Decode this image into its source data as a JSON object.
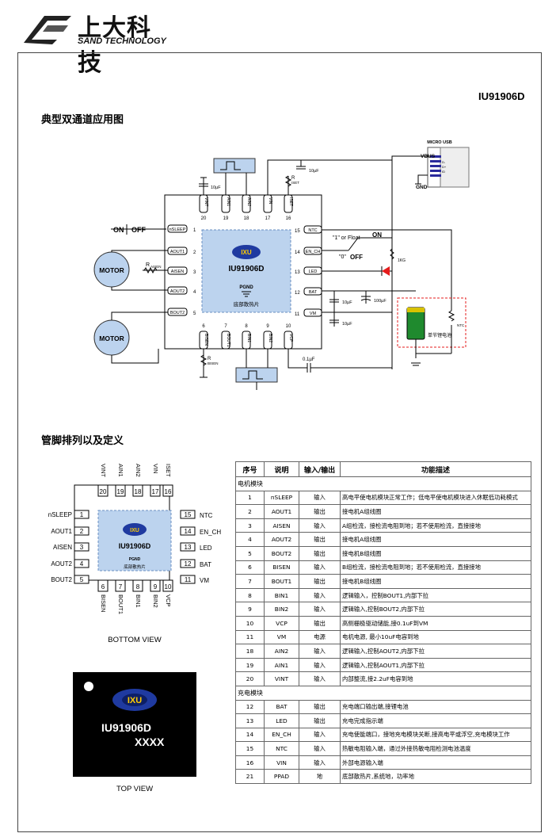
{
  "header": {
    "logo_cn": "上大科技",
    "logo_en": "SAND TECHNOLOGY",
    "part_number": "IU91906D"
  },
  "section1": {
    "title": "典型双通道应用图"
  },
  "circuit": {
    "chip_name": "IU91906D",
    "chip_logo": "IXU",
    "pgnd": "PGND",
    "pad_label": "底部散热片",
    "left_pins": [
      {
        "num": "1",
        "name": "nSLEEP"
      },
      {
        "num": "2",
        "name": "AOUT1"
      },
      {
        "num": "3",
        "name": "AISEN"
      },
      {
        "num": "4",
        "name": "AOUT2"
      },
      {
        "num": "5",
        "name": "BOUT2"
      }
    ],
    "right_pins": [
      {
        "num": "15",
        "name": "NTC"
      },
      {
        "num": "14",
        "name": "EN_CH"
      },
      {
        "num": "13",
        "name": "LED"
      },
      {
        "num": "12",
        "name": "BAT"
      },
      {
        "num": "11",
        "name": "VM"
      }
    ],
    "top_pins": [
      {
        "num": "20",
        "name": "VINT"
      },
      {
        "num": "19",
        "name": "AIN1"
      },
      {
        "num": "18",
        "name": "AIN2"
      },
      {
        "num": "17",
        "name": "VIN"
      },
      {
        "num": "16",
        "name": "ISET"
      }
    ],
    "bottom_pins": [
      {
        "num": "6",
        "name": "BISEN"
      },
      {
        "num": "7",
        "name": "BOUT1"
      },
      {
        "num": "8",
        "name": "BIN1"
      },
      {
        "num": "9",
        "name": "BIN2"
      },
      {
        "num": "10",
        "name": "VCP"
      }
    ],
    "motor": "MOTOR",
    "on_label": "ON",
    "off_label": "OFF",
    "float_label": "\"1\" or Float",
    "on2_label": "ON",
    "zero_label": "\"0\"",
    "off2_label": "OFF",
    "risen_label": "R",
    "risen_sub": "AISEN",
    "bisen_label": "R",
    "bisen_sub": "BISEN",
    "iset_label": "R",
    "iset_sub": "ISET",
    "cap_10uf": "10µF",
    "cap_100uf": "100µF",
    "cap_01uf": "0.1µF",
    "cap_10uf_small": "10µF",
    "res_1kg": "1KG",
    "usb_label": "MICRO USB",
    "vbus": "VBUS",
    "gnd": "GND",
    "usb_pins": [
      "D-",
      "D+",
      "ID"
    ],
    "battery_label": "单节锂电池",
    "ntc_label": "NTC"
  },
  "section2": {
    "title": "管脚排列以及定义"
  },
  "package": {
    "chip_name": "IU91906D",
    "logo": "IXU",
    "pgnd": "PGND",
    "pad_label": "底部散热片",
    "bottom_view": "BOTTOM VIEW",
    "top_view": "TOP VIEW",
    "top_marking_1": "IU91906D",
    "top_marking_2": "XXXX"
  },
  "pin_table": {
    "headers": [
      "序号",
      "说明",
      "输入/输出",
      "功能描述"
    ],
    "group_motor": "电机模块",
    "group_charge": "充电模块",
    "motor_rows": [
      [
        "1",
        "nSLEEP",
        "输入",
        "高电平使电机模块正常工作；低电平使电机模块进入休眠低功耗模式"
      ],
      [
        "2",
        "AOUT1",
        "输出",
        "接电机A组线圈"
      ],
      [
        "3",
        "AISEN",
        "输入",
        "A组检流，接检流电阻到地；若不使用检流，直接接地"
      ],
      [
        "4",
        "AOUT2",
        "输出",
        "接电机A组线圈"
      ],
      [
        "5",
        "BOUT2",
        "输出",
        "接电机B组线圈"
      ],
      [
        "6",
        "BISEN",
        "输入",
        "B组检流，接检流电阻到地；若不使用检流，直接接地"
      ],
      [
        "7",
        "BOUT1",
        "输出",
        "接电机B组线圈"
      ],
      [
        "8",
        "BIN1",
        "输入",
        "逻辑输入，控制BOUT1,内部下拉"
      ],
      [
        "9",
        "BIN2",
        "输入",
        "逻辑输入,控制BOUT2,内部下拉"
      ],
      [
        "10",
        "VCP",
        "输出",
        "高侧栅极驱动储能,接0.1uF到VM"
      ],
      [
        "11",
        "VM",
        "电源",
        "电机电源, 最小10uF电容到地"
      ],
      [
        "18",
        "AIN2",
        "输入",
        "逻辑输入,控制AOUT2,内部下拉"
      ],
      [
        "19",
        "AIN1",
        "输入",
        "逻辑输入,控制AOUT1,内部下拉"
      ],
      [
        "20",
        "VINT",
        "输入",
        "内部整流,接2.2uF电容到地"
      ]
    ],
    "charge_rows": [
      [
        "12",
        "BAT",
        "输出",
        "充电端口输出端,接锂电池"
      ],
      [
        "13",
        "LED",
        "输出",
        "充电完成指示端"
      ],
      [
        "14",
        "EN_CH",
        "输入",
        "充电使能端口，接地充电模块关断,接高电平或浮空,充电模块工作"
      ],
      [
        "15",
        "NTC",
        "输入",
        "热敏电阻输入端，通过外接热敏电阻检测电池温度"
      ],
      [
        "16",
        "VIN",
        "输入",
        "外部电源输入端"
      ],
      [
        "21",
        "PPAD",
        "地",
        "底部散热片,系统地，功率地"
      ]
    ]
  }
}
